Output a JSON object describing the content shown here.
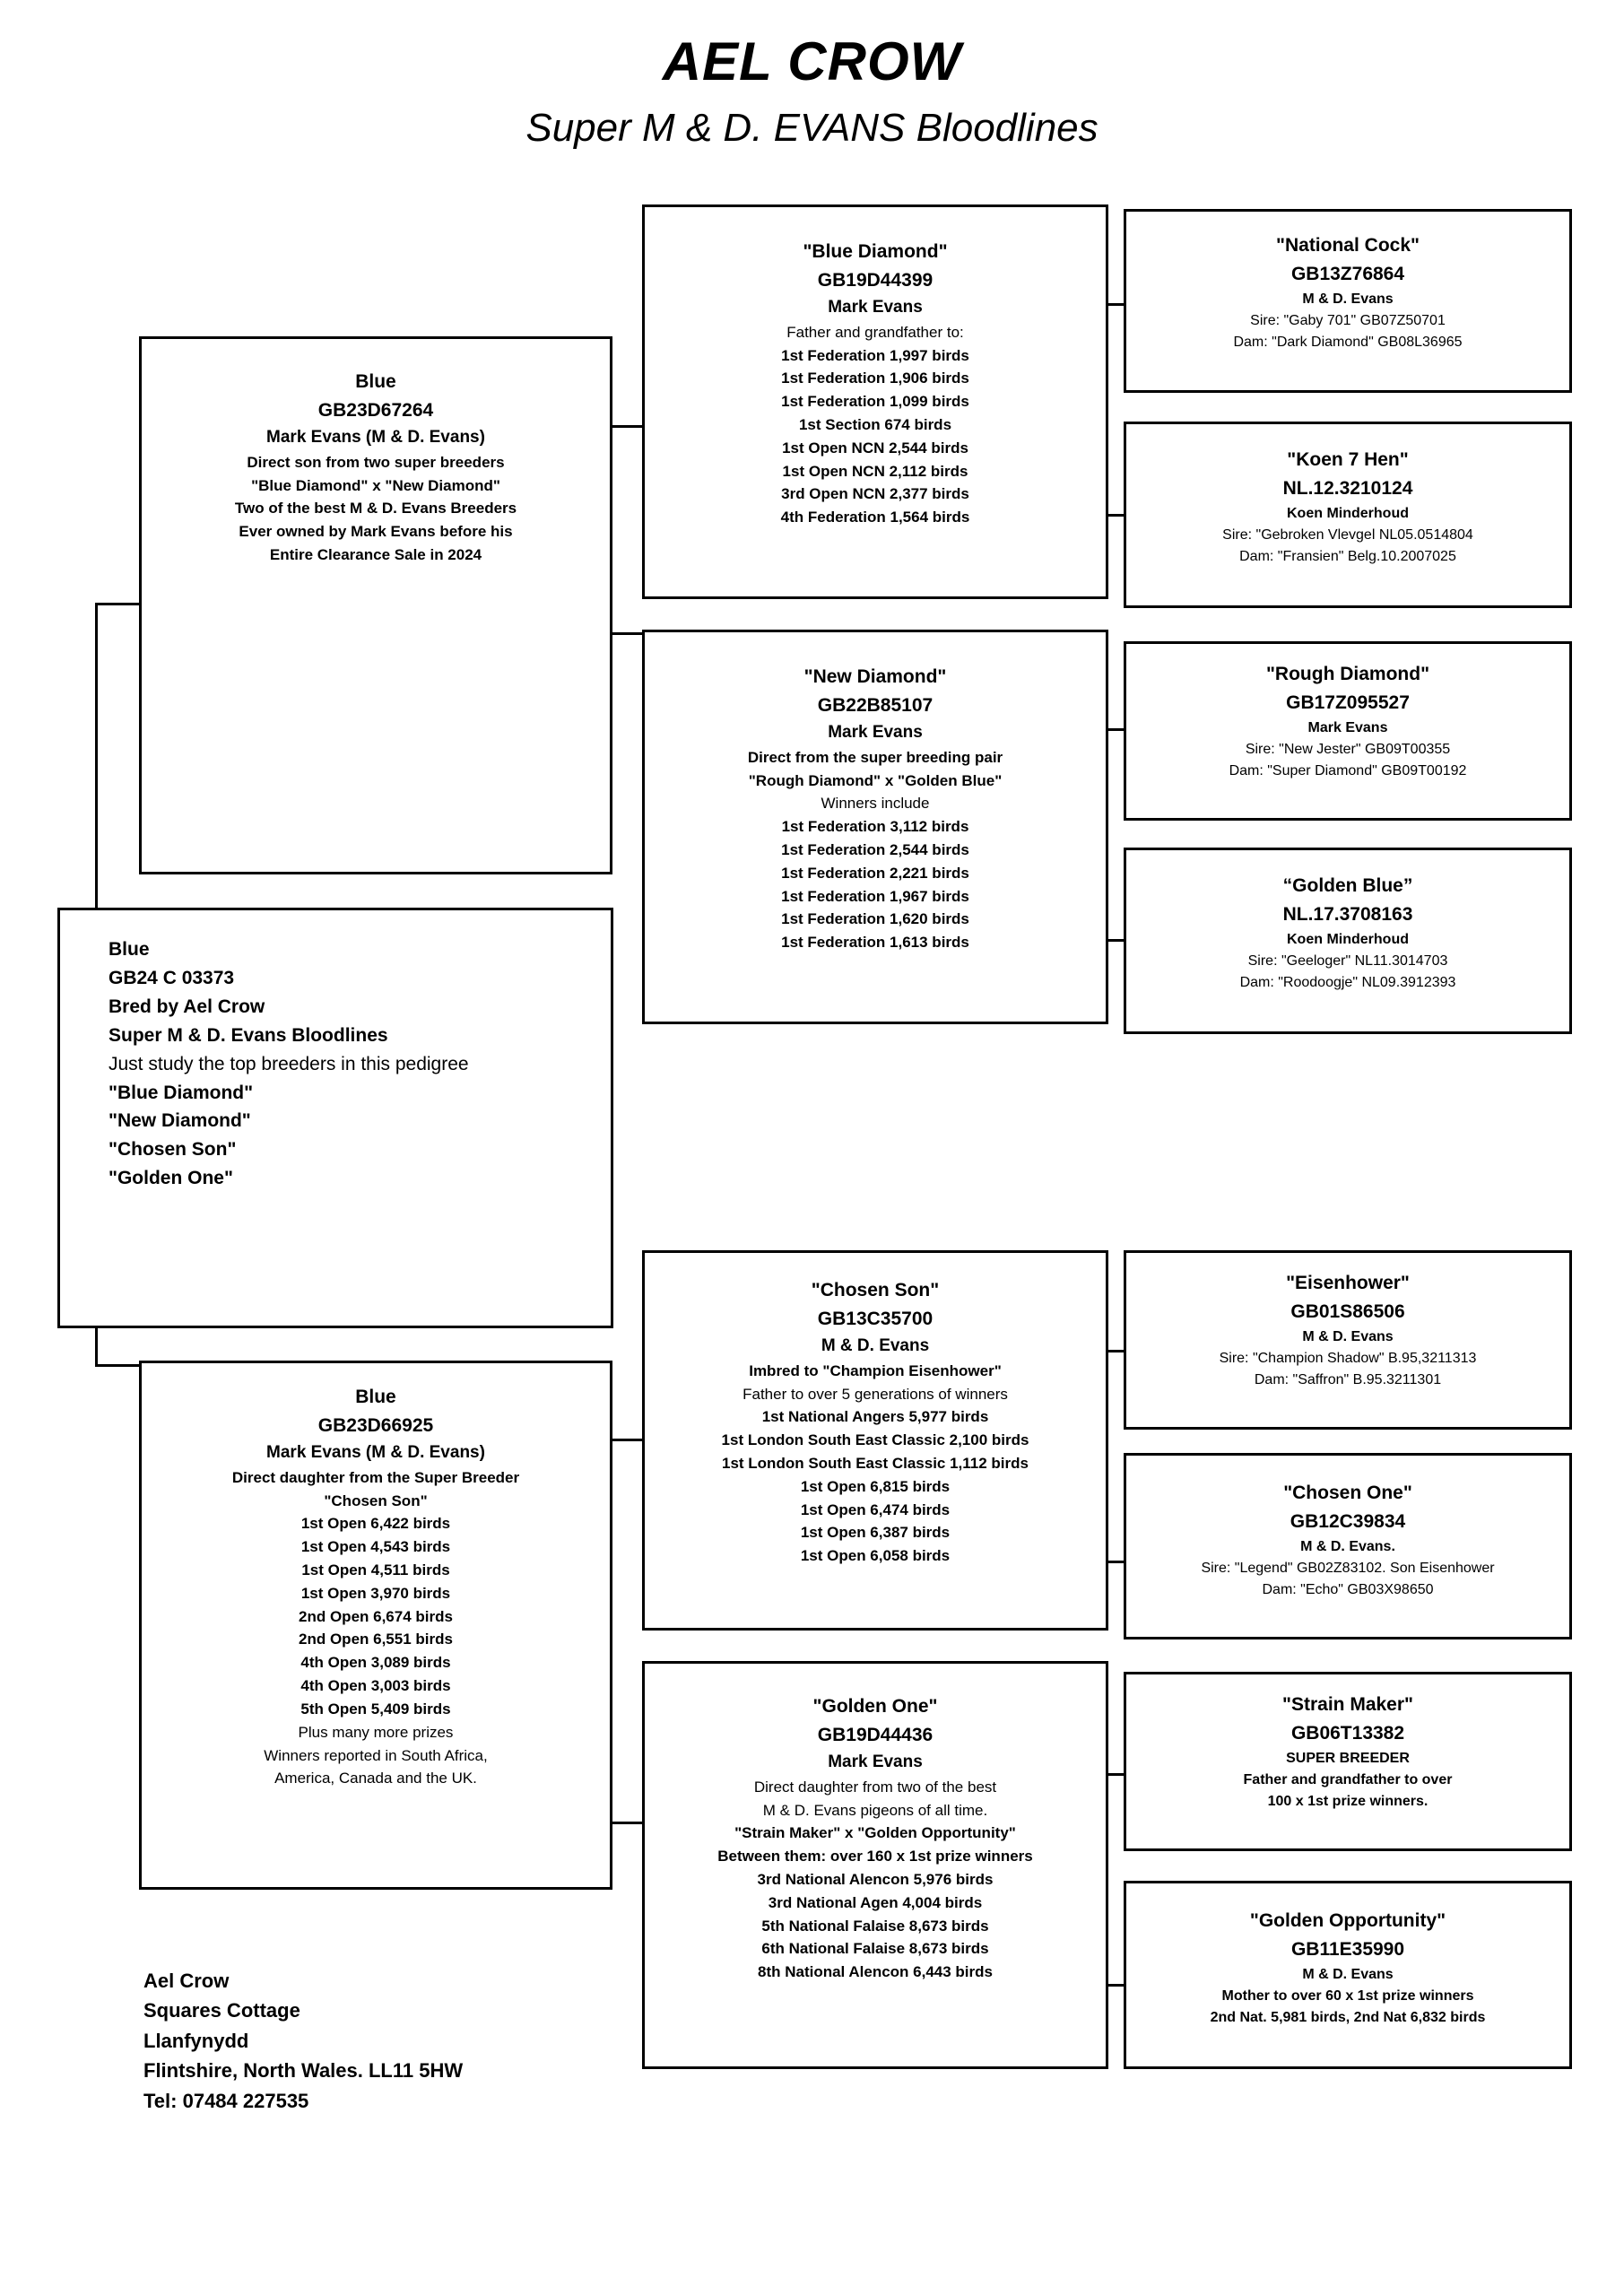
{
  "header": {
    "title": "AEL CROW",
    "subtitle": "Super M & D. EVANS Bloodlines"
  },
  "subject": {
    "name": "Blue",
    "ring": "GB24 C 03373",
    "bred_by": "Bred by Ael Crow",
    "bloodlines": "Super M & D. Evans Bloodlines",
    "note": "Just study the top breeders in this pedigree",
    "highlight_1": "\"Blue Diamond\"",
    "highlight_2": "\"New Diamond\"",
    "highlight_3": "\"Chosen Son\"",
    "highlight_4": "\"Golden One\""
  },
  "sire": {
    "name": "Blue",
    "ring": "GB23D67264",
    "owner": "Mark Evans (M & D. Evans)",
    "l1": "Direct son from two super breeders",
    "l2": "\"Blue Diamond\" x \"New Diamond\"",
    "l3": "Two of the best M & D. Evans Breeders",
    "l4": "Ever owned by Mark Evans before his",
    "l5": "Entire Clearance Sale in 2024"
  },
  "dam": {
    "name": "Blue",
    "ring": "GB23D66925",
    "owner": "Mark Evans (M & D. Evans)",
    "l1": "Direct daughter from the Super Breeder",
    "l2": "\"Chosen Son\"",
    "results": [
      "1st Open 6,422 birds",
      "1st Open 4,543 birds",
      "1st Open 4,511 birds",
      "1st Open 3,970 birds",
      "2nd Open 6,674 birds",
      "2nd Open 6,551 birds",
      "4th Open 3,089 birds",
      "4th Open 3,003 birds",
      "5th Open 5,409 birds"
    ],
    "l3": "Plus many more prizes",
    "l4": "Winners reported in South Africa,",
    "l5": "America, Canada and the UK."
  },
  "blue_diamond": {
    "name": "\"Blue Diamond\"",
    "ring": "GB19D44399",
    "owner": "Mark Evans",
    "intro": "Father and grandfather to:",
    "results": [
      "1st Federation 1,997 birds",
      "1st Federation 1,906 birds",
      "1st Federation 1,099 birds",
      "1st Section 674 birds",
      "1st Open NCN 2,544 birds",
      "1st Open NCN 2,112 birds",
      "3rd Open NCN 2,377 birds",
      "4th Federation 1,564 birds"
    ]
  },
  "new_diamond": {
    "name": "\"New Diamond\"",
    "ring": "GB22B85107",
    "owner": "Mark Evans",
    "l1": "Direct from the super breeding pair",
    "l2": "\"Rough Diamond\" x \"Golden Blue\"",
    "l3": "Winners include",
    "results": [
      "1st Federation 3,112 birds",
      "1st Federation 2,544 birds",
      "1st Federation 2,221 birds",
      "1st Federation 1,967 birds",
      "1st Federation 1,620 birds",
      "1st Federation 1,613 birds"
    ]
  },
  "chosen_son": {
    "name": "\"Chosen Son\"",
    "ring": "GB13C35700",
    "owner": "M & D. Evans",
    "l1": "Imbred to \"Champion Eisenhower\"",
    "l2": "Father to over 5 generations of winners",
    "results": [
      "1st National Angers 5,977 birds",
      "1st London South East Classic 2,100 birds",
      "1st London South East Classic 1,112 birds",
      "1st Open 6,815 birds",
      "1st Open 6,474 birds",
      "1st Open 6,387 birds",
      "1st Open 6,058 birds"
    ]
  },
  "golden_one": {
    "name": "\"Golden One\"",
    "ring": "GB19D44436",
    "owner": "Mark Evans",
    "l1": "Direct daughter from two of the best",
    "l2": "M & D. Evans pigeons of all time.",
    "l3": "\"Strain Maker\" x \"Golden Opportunity\"",
    "l4": "Between them: over 160 x 1st prize winners",
    "results": [
      "3rd National Alencon 5,976 birds",
      "3rd National Agen 4,004 birds",
      "5th National Falaise 8,673 birds",
      "6th National Falaise 8,673 birds",
      "8th National Alencon 6,443 birds"
    ]
  },
  "national_cock": {
    "name": "\"National Cock\"",
    "ring": "GB13Z76864",
    "owner": "M & D. Evans",
    "sire": "Sire: \"Gaby 701\" GB07Z50701",
    "dam": "Dam: \"Dark Diamond\" GB08L36965"
  },
  "koen_7_hen": {
    "name": "\"Koen 7 Hen\"",
    "ring": "NL.12.3210124",
    "owner": "Koen Minderhoud",
    "sire": "Sire: \"Gebroken Vlevgel NL05.0514804",
    "dam": "Dam: \"Fransien\" Belg.10.2007025"
  },
  "rough_diamond": {
    "name": "\"Rough Diamond\"",
    "ring": "GB17Z095527",
    "owner": "Mark Evans",
    "sire": "Sire: \"New Jester\" GB09T00355",
    "dam": "Dam: \"Super Diamond\" GB09T00192"
  },
  "golden_blue": {
    "name": "“Golden Blue”",
    "ring": "NL.17.3708163",
    "owner": "Koen Minderhoud",
    "sire": "Sire: \"Geeloger\" NL11.3014703",
    "dam": "Dam: \"Roodoogje\" NL09.3912393"
  },
  "eisenhower": {
    "name": "\"Eisenhower\"",
    "ring": "GB01S86506",
    "owner": "M & D. Evans",
    "sire": "Sire: \"Champion Shadow\" B.95,3211313",
    "dam": "Dam: \"Saffron\" B.95.3211301"
  },
  "chosen_one": {
    "name": "\"Chosen One\"",
    "ring": "GB12C39834",
    "owner": "M & D. Evans.",
    "sire": "Sire: \"Legend\" GB02Z83102. Son Eisenhower",
    "dam": "Dam: \"Echo\" GB03X98650"
  },
  "strain_maker": {
    "name": "\"Strain Maker\"",
    "ring": "GB06T13382",
    "owner": "SUPER BREEDER",
    "sire": "Father and grandfather to over",
    "dam": "100 x 1st prize winners."
  },
  "golden_opportunity": {
    "name": "\"Golden Opportunity\"",
    "ring": "GB11E35990",
    "owner": "M & D. Evans",
    "sire": "Mother to over 60 x 1st prize winners",
    "dam": "2nd Nat. 5,981 birds, 2nd Nat 6,832 birds"
  },
  "footer": {
    "line1": "Ael Crow",
    "line2": "Squares Cottage",
    "line3": "Llanfynydd",
    "line4": "Flintshire, North Wales. LL11 5HW",
    "line5": "Tel: 07484 227535"
  }
}
